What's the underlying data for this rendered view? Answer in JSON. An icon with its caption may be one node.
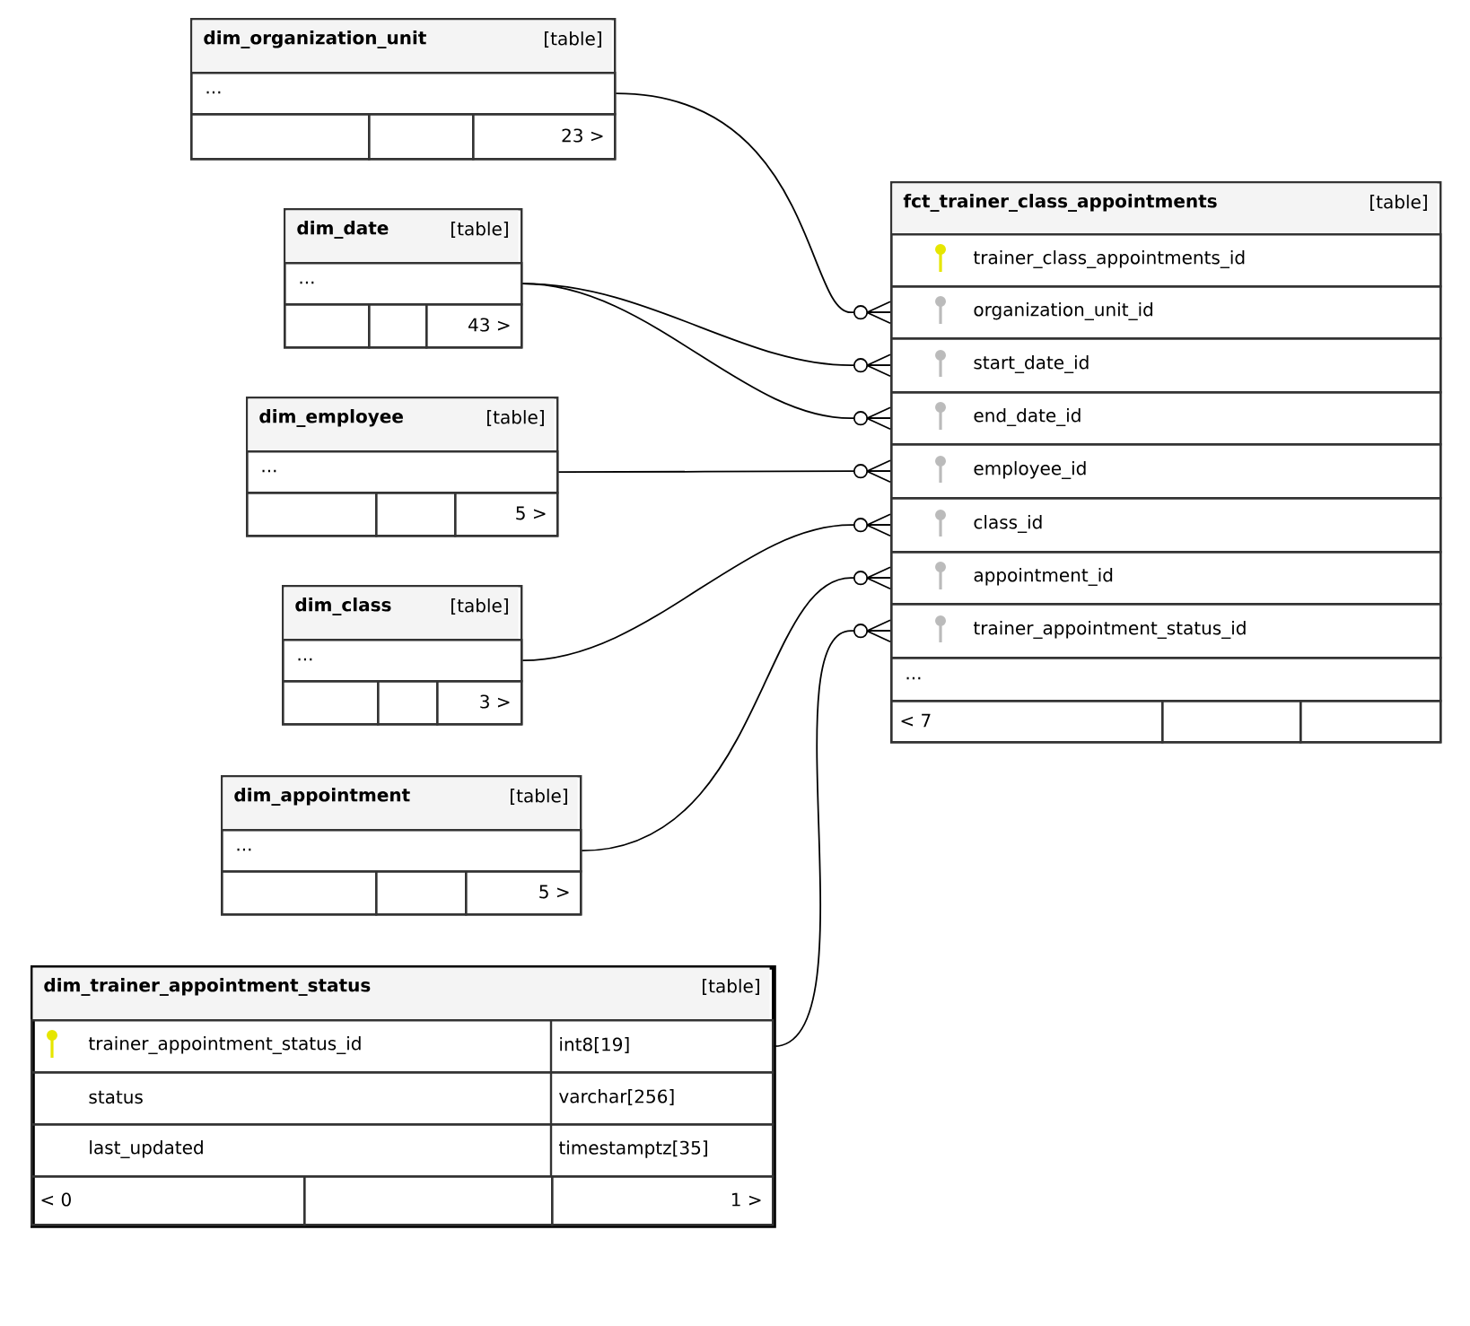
{
  "diagram": {
    "nodes": [
      {
        "text": [
          "dim_organization_unit",
          "[table]"
        ]
      },
      {
        "text": [
          "..."
        ],
        "in": 0
      },
      {
        "text": [],
        "shape": "box",
        "in": 0
      },
      {
        "text": [],
        "shape": "box",
        "in": 0
      },
      {
        "text": [
          "23 >"
        ],
        "in": 0
      },
      {
        "text": [
          "fct_trainer_class_appointments",
          "[table]"
        ]
      },
      {
        "text": [
          "trainer_class_appointments_id"
        ],
        "in": 5
      },
      {
        "text": [
          "organization_unit_id"
        ],
        "in": 5
      },
      {
        "text": [
          "start_date_id"
        ],
        "in": 5
      },
      {
        "text": [
          "end_date_id"
        ],
        "in": 5
      },
      {
        "text": [
          "employee_id"
        ],
        "in": 5
      },
      {
        "text": [
          "class_id"
        ],
        "in": 5
      },
      {
        "text": [
          "appointment_id"
        ],
        "in": 5
      },
      {
        "text": [
          "trainer_appointment_status_id"
        ],
        "in": 5
      },
      {
        "text": [
          "..."
        ],
        "in": 5
      },
      {
        "text": [
          "< 7"
        ],
        "in": 5
      },
      {
        "text": [],
        "shape": "box",
        "in": 5
      },
      {
        "text": [],
        "shape": "box",
        "in": 5
      },
      {
        "text": [
          "dim_date",
          "[table]"
        ]
      },
      {
        "text": [
          "..."
        ],
        "in": 18
      },
      {
        "text": [],
        "shape": "box",
        "in": 18
      },
      {
        "text": [],
        "shape": "box",
        "in": 18
      },
      {
        "text": [
          "43 >"
        ],
        "in": 18
      },
      {
        "text": [
          "dim_employee",
          "[table]"
        ]
      },
      {
        "text": [
          "..."
        ],
        "in": 23
      },
      {
        "text": [],
        "shape": "box",
        "in": 23
      },
      {
        "text": [],
        "shape": "box",
        "in": 23
      },
      {
        "text": [
          "5 >"
        ],
        "in": 23
      },
      {
        "text": [
          "dim_class",
          "[table]"
        ]
      },
      {
        "text": [
          "..."
        ],
        "in": 28
      },
      {
        "text": [],
        "shape": "box",
        "in": 28
      },
      {
        "text": [],
        "shape": "box",
        "in": 28
      },
      {
        "text": [
          "3 >"
        ],
        "in": 28
      },
      {
        "text": [
          "dim_appointment",
          "[table]"
        ]
      },
      {
        "text": [
          "..."
        ],
        "in": 33
      },
      {
        "text": [],
        "shape": "box",
        "in": 33
      },
      {
        "text": [],
        "shape": "box",
        "in": 33
      },
      {
        "text": [
          "5 >"
        ],
        "in": 33
      },
      {
        "text": [
          "dim_trainer_appointment_status",
          "[table]"
        ]
      },
      {
        "text": [
          "trainer_appointment_status_id",
          "int8[19]"
        ],
        "in": 38
      },
      {
        "text": [
          "status",
          "varchar[256]"
        ],
        "in": 38
      },
      {
        "text": [
          "last_updated",
          "timestamptz[35]"
        ],
        "in": 38
      },
      {
        "text": [
          "< 0"
        ],
        "in": 38
      },
      {
        "text": [],
        "shape": "box",
        "in": 38
      },
      {
        "text": [
          "1 >"
        ],
        "in": 38
      }
    ],
    "edges": [
      {
        "from": 1,
        "to": 7,
        "arrow": "other"
      },
      {
        "from": 19,
        "to": 8,
        "arrow": "other"
      },
      {
        "from": 19,
        "to": 9,
        "arrow": "other"
      },
      {
        "from": 24,
        "to": 10,
        "arrow": "other"
      },
      {
        "from": 29,
        "to": 11,
        "arrow": "other"
      },
      {
        "from": 34,
        "to": 12,
        "arrow": "other"
      },
      {
        "from": 39,
        "to": 13,
        "arrow": "other"
      }
    ]
  }
}
